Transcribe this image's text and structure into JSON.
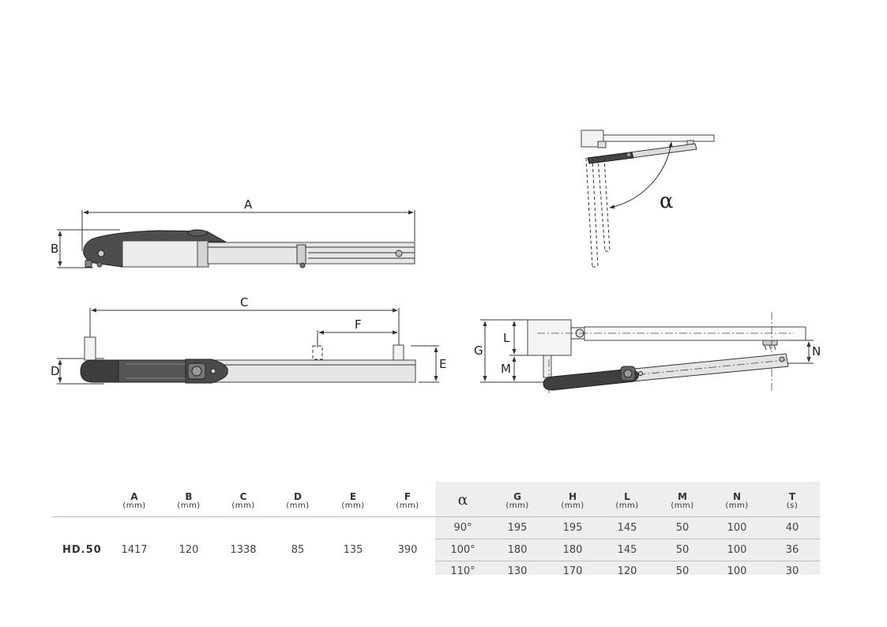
{
  "drawing_labels": {
    "A": "A",
    "B": "B",
    "C": "C",
    "D": "D",
    "E": "E",
    "F": "F",
    "G": "G",
    "L": "L",
    "M": "M",
    "N": "N",
    "alpha": "α"
  },
  "table": {
    "model": "HD.50",
    "unit_mm": "(mm)",
    "unit_s": "(s)",
    "fixed_headers": [
      "A",
      "B",
      "C",
      "D",
      "E",
      "F"
    ],
    "fixed_values": [
      "1417",
      "120",
      "1338",
      "85",
      "135",
      "390"
    ],
    "alpha_header": "α",
    "var_headers": [
      "G",
      "H",
      "L",
      "M",
      "N",
      "T"
    ],
    "var_units": [
      "(mm)",
      "(mm)",
      "(mm)",
      "(mm)",
      "(mm)",
      "(s)"
    ],
    "rows": [
      {
        "alpha": "90°",
        "values": [
          "195",
          "195",
          "145",
          "50",
          "100",
          "40"
        ]
      },
      {
        "alpha": "100°",
        "values": [
          "180",
          "180",
          "145",
          "50",
          "100",
          "36"
        ]
      },
      {
        "alpha": "110°",
        "values": [
          "130",
          "170",
          "120",
          "50",
          "100",
          "30"
        ]
      }
    ]
  }
}
